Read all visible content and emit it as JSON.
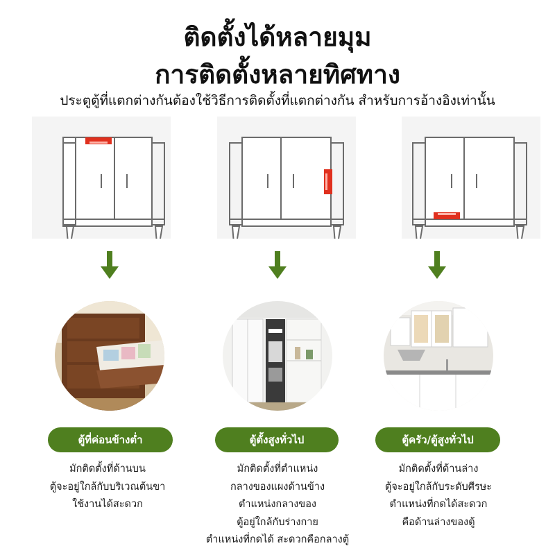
{
  "heading": {
    "line1": "ติดตั้งได้หลายมุม",
    "line2": "การติดตั้งหลายทิศทาง",
    "subtitle": "ประตูตู้ที่แตกต่างกันต้องใช้วิธีการติดตั้งที่แตกต่างกัน สำหรับการอ้างอิงเท่านั้น"
  },
  "colors": {
    "accent_green": "#4f7f1f",
    "marker_red": "#e0301e",
    "cabinet_outline": "#6b6b6b"
  },
  "columns": [
    {
      "mount_position": "top",
      "photo_subject": "low bedside cabinet with open drawer",
      "label": "ตู้ที่ค่อนข้างต่ำ",
      "description": [
        "มักติดตั้งที่ด้านบน",
        "ตู้จะอยู่ใกล้กับบริเวณต้นขา",
        "ใช้งานได้สะดวก"
      ]
    },
    {
      "mount_position": "side",
      "photo_subject": "tall wardrobe with open shelves",
      "label": "ตู้ตั้งสูงทั่วไป",
      "description": [
        "มักติดตั้งที่ตำแหน่ง",
        "กลางของแผงด้านข้าง",
        "ตำแหน่งกลางของ",
        "ตู้อยู่ใกล้กับร่างกาย",
        "ตำแหน่งที่กดได้ สะดวกคือกลางตู้"
      ]
    },
    {
      "mount_position": "bottom",
      "photo_subject": "white kitchen with wall cabinets",
      "label": "ตู้ครัว/ตู้สูงทั่วไป",
      "description": [
        "มักติดตั้งที่ด้านล่าง",
        "ตู้จะอยู่ใกล้กับระดับศีรษะ",
        "ตำแหน่งที่กดได้สะดวก",
        "คือด้านล่างของตู้"
      ]
    }
  ]
}
